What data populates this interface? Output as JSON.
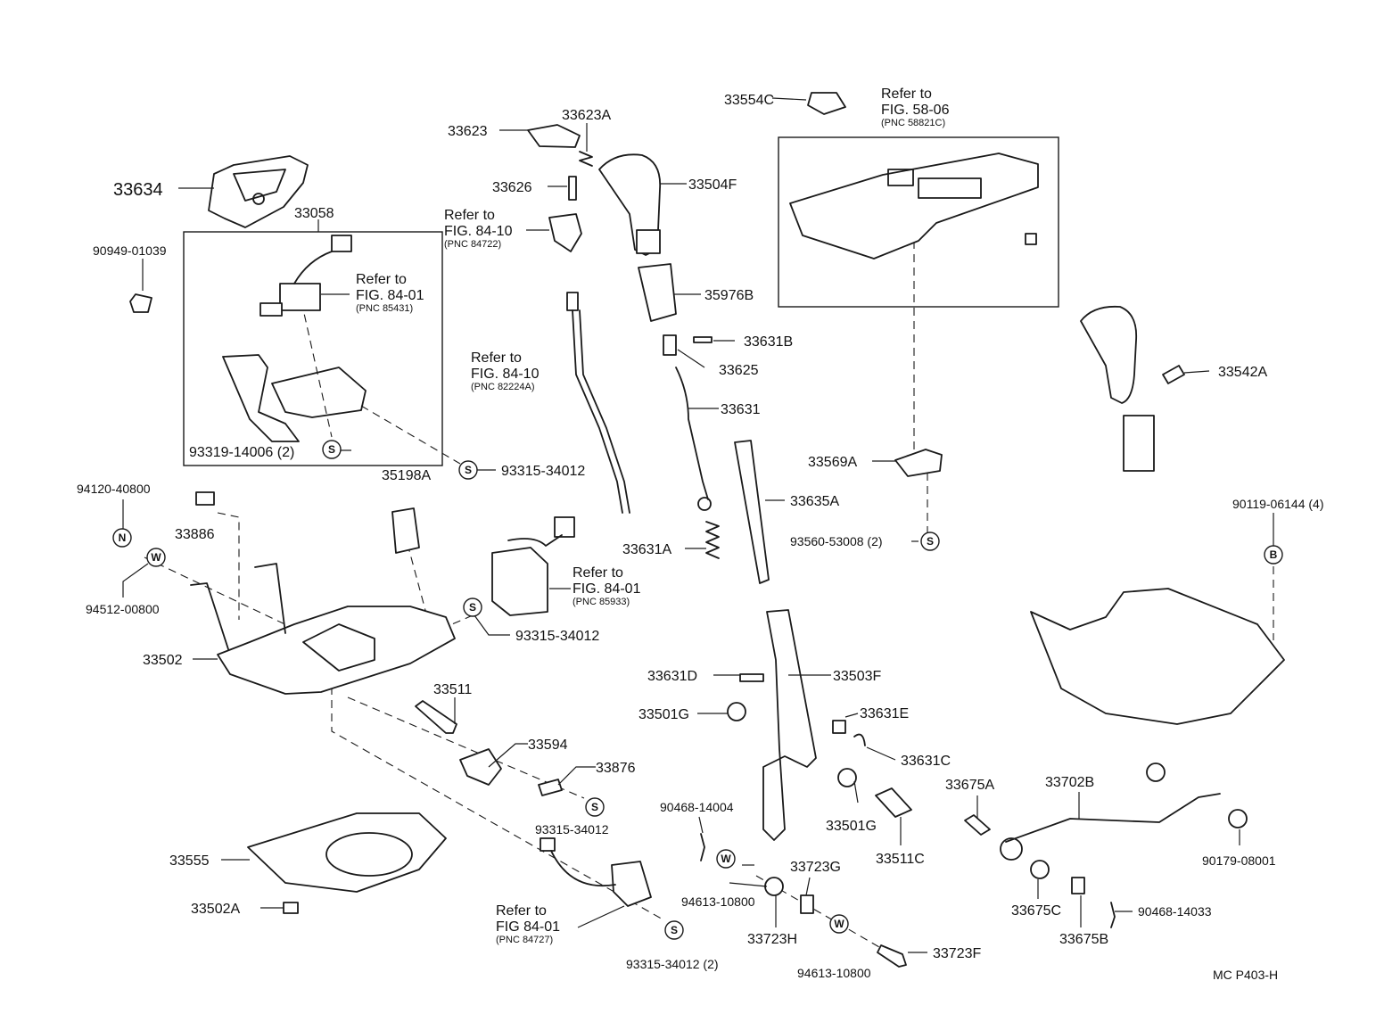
{
  "labels": {
    "p33634": "33634",
    "p33058": "33058",
    "p90949_01039": "90949-01039",
    "ref_84_01_a_refer": "Refer to",
    "ref_84_01_a_fig": "FIG. 84-01",
    "ref_84_01_a_pnc": "(PNC 85431)",
    "p93319_14006": "93319-14006 (2)",
    "p93315_34012_a": "93315-34012",
    "p35198A": "35198A",
    "p94120_40800": "94120-40800",
    "p33886": "33886",
    "p94512_00800": "94512-00800",
    "p33502": "33502",
    "p93315_34012_b": "93315-34012",
    "p33511": "33511",
    "p33594": "33594",
    "p33876": "33876",
    "p93315_34012_c": "93315-34012",
    "p33555": "33555",
    "p33502A": "33502A",
    "ref_84_01_c_refer": "Refer to",
    "ref_84_01_c_fig": "FIG 84-01",
    "ref_84_01_c_pnc": "(PNC 84727)",
    "p93315_34012_2": "93315-34012 (2)",
    "p33623": "33623",
    "p33623A": "33623A",
    "p33626": "33626",
    "p33504F": "33504F",
    "ref_84_10_a_refer": "Refer to",
    "ref_84_10_a_fig": "FIG. 84-10",
    "ref_84_10_a_pnc": "(PNC 84722)",
    "p35976B": "35976B",
    "ref_84_10_b_refer": "Refer to",
    "ref_84_10_b_fig": "FIG. 84-10",
    "ref_84_10_b_pnc": "(PNC 82224A)",
    "p33631B": "33631B",
    "p33625": "33625",
    "p33631": "33631",
    "ref_84_01_b_refer": "Refer to",
    "ref_84_01_b_fig": "FIG. 84-01",
    "ref_84_01_b_pnc": "(PNC 85933)",
    "p33631A": "33631A",
    "p33635A": "33635A",
    "p33554C": "33554C",
    "ref_58_06_refer": "Refer to",
    "ref_58_06_fig": "FIG. 58-06",
    "ref_58_06_pnc": "(PNC 58821C)",
    "p33569A": "33569A",
    "p93560_53008": "93560-53008 (2)",
    "p33631D": "33631D",
    "p33503F": "33503F",
    "p33501G_a": "33501G",
    "p33631E": "33631E",
    "p33631C": "33631C",
    "p33501G_b": "33501G",
    "p33511C": "33511C",
    "p90468_14004": "90468-14004",
    "p94613_10800_a": "94613-10800",
    "p33723G": "33723G",
    "p33723H": "33723H",
    "p94613_10800_b": "94613-10800",
    "p33723F": "33723F",
    "p33542A": "33542A",
    "p90119_06144": "90119-06144 (4)",
    "p33675A": "33675A",
    "p33702B": "33702B",
    "p90179_08001": "90179-08001",
    "p33675C": "33675C",
    "p33675B": "33675B",
    "p90468_14033": "90468-14033",
    "footer_code": "MC  P403-H"
  },
  "symbols": {
    "s": "S",
    "n": "N",
    "w": "W",
    "b": "B"
  },
  "icons": {
    "s_symbol": "circled-letter-s-icon",
    "n_symbol": "circled-letter-n-icon",
    "w_symbol": "circled-letter-w-icon",
    "b_symbol": "circled-letter-b-icon"
  }
}
